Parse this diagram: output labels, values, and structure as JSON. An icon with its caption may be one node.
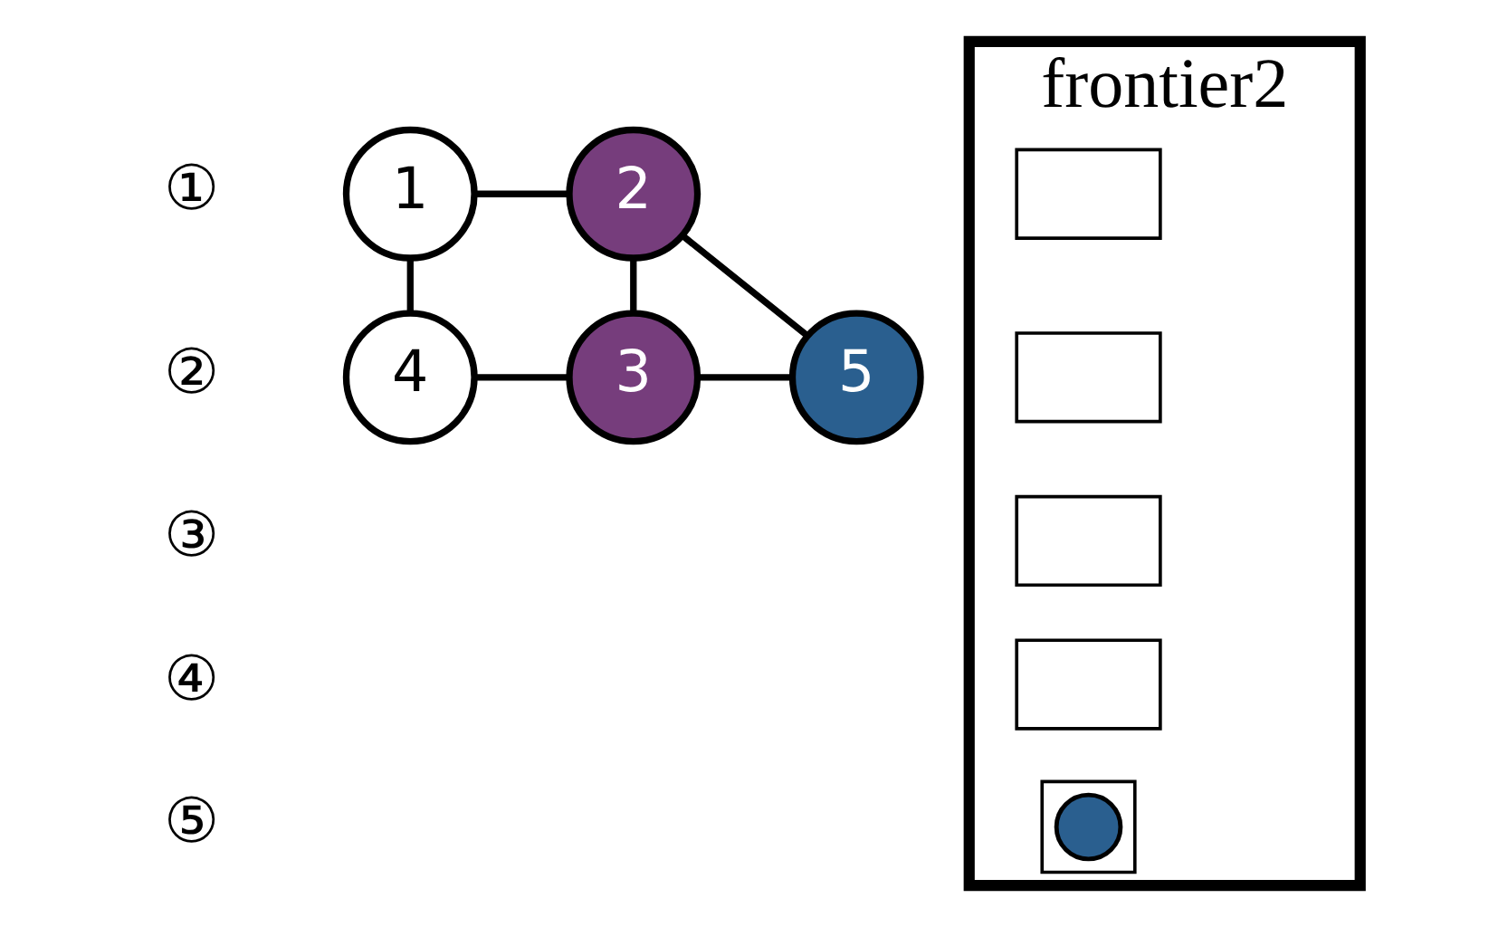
{
  "diagram": {
    "nodes": [
      {
        "text": [
          "1"
        ]
      },
      {
        "text": [
          "2"
        ]
      },
      {
        "text": [
          "5"
        ]
      },
      {
        "text": [
          "4"
        ]
      },
      {
        "text": [
          "3"
        ]
      },
      {
        "text": [
          "frontier2"
        ]
      },
      {
        "text": [],
        "shape": "box",
        "in": 5
      },
      {
        "text": [],
        "shape": "box",
        "in": 5
      },
      {
        "text": [],
        "shape": "box",
        "in": 5
      },
      {
        "text": [],
        "shape": "box",
        "in": 5
      },
      {
        "text": [],
        "shape": "box",
        "in": 5
      },
      {
        "text": [],
        "shape": "circle",
        "in": 10
      }
    ],
    "edges": [
      {
        "from": 0,
        "to": 1,
        "arrow": "none"
      },
      {
        "from": 1,
        "to": 2,
        "arrow": "none"
      },
      {
        "from": 0,
        "to": 3,
        "arrow": "none"
      },
      {
        "from": 1,
        "to": 4,
        "arrow": "none"
      },
      {
        "from": 4,
        "to": 2,
        "arrow": "none"
      },
      {
        "from": 3,
        "to": 4,
        "arrow": "none"
      }
    ],
    "labels": [
      "①",
      "②",
      "③",
      "④",
      "⑤"
    ]
  }
}
